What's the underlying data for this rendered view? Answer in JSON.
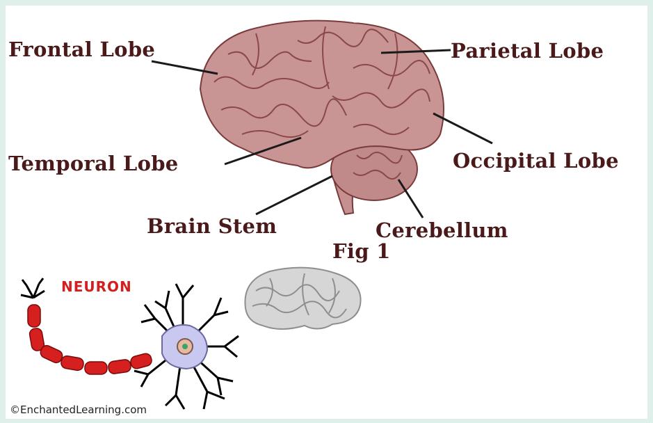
{
  "labels": {
    "frontal": "Frontal Lobe",
    "parietal": "Parietal Lobe",
    "temporal": "Temporal Lobe",
    "occipital": "Occipital Lobe",
    "brain_stem": "Brain Stem",
    "cerebellum": "Cerebellum",
    "figure": "Fig 1"
  },
  "neuron_title": "NEURON",
  "credit": "©EnchantedLearning.com",
  "colors": {
    "background": "#dff0ea",
    "label_text": "#4a1a1a",
    "brain_fill": "#c99494",
    "neuron_title": "#d41f1f",
    "axon": "#d61f1f",
    "soma": "#c8c8f0"
  }
}
